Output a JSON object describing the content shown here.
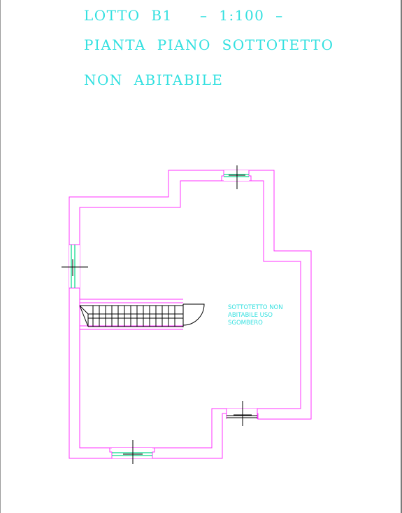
{
  "title": {
    "line1": "LOTTO  B1     –  1:100  –",
    "line2": "PIANTA  PIANO  SOTTOTETTO",
    "line3": "NON  ABITABILE"
  },
  "room_label": {
    "line1": "SOTTOTETTO NON",
    "line2": "ABITABILE USO",
    "line3": "SGOMBERO"
  },
  "colors": {
    "wall": "#ff33ff",
    "window": "#33e0a0",
    "text": "#33e0e0",
    "stair": "#000000"
  }
}
